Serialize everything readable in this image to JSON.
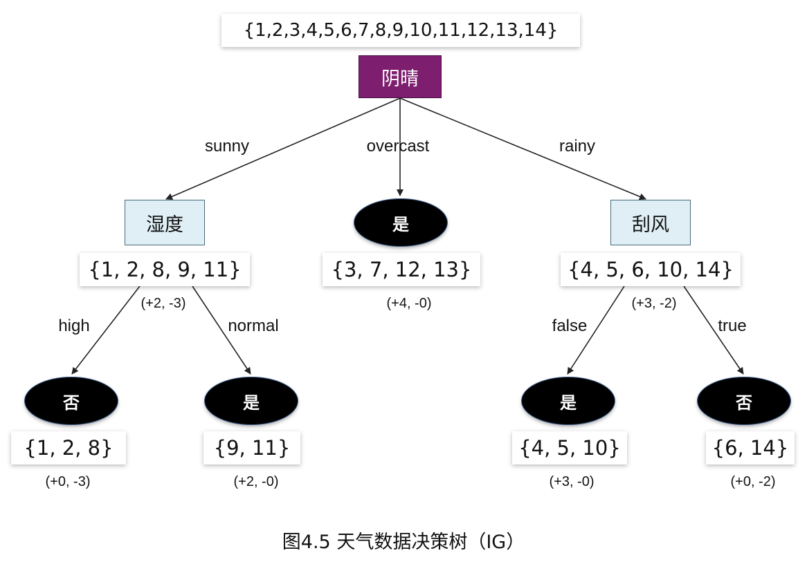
{
  "root": {
    "set": "{1,2,3,4,5,6,7,8,9,10,11,12,13,14}",
    "attribute": "阴晴"
  },
  "branches": {
    "sunny": "sunny",
    "overcast": "overcast",
    "rainy": "rainy"
  },
  "humidity": {
    "attribute": "湿度",
    "set": "{1, 2, 8, 9, 11}",
    "count": "(+2, -3)",
    "branch_high": "high",
    "branch_normal": "normal",
    "leaf_high": {
      "label": "否",
      "set": "{1, 2, 8}",
      "count": "(+0, -3)"
    },
    "leaf_normal": {
      "label": "是",
      "set": "{9, 11}",
      "count": "(+2, -0)"
    }
  },
  "overcast_leaf": {
    "label": "是",
    "set": "{3, 7, 12, 13}",
    "count": "(+4, -0)"
  },
  "wind": {
    "attribute": "刮风",
    "set": "{4, 5, 6, 10, 14}",
    "count": "(+3, -2)",
    "branch_false": "false",
    "branch_true": "true",
    "leaf_false": {
      "label": "是",
      "set": "{4, 5, 10}",
      "count": "(+3, -0)"
    },
    "leaf_true": {
      "label": "否",
      "set": "{6, 14}",
      "count": "(+0, -2)"
    }
  },
  "caption": "图4.5 天气数据决策树（IG）"
}
